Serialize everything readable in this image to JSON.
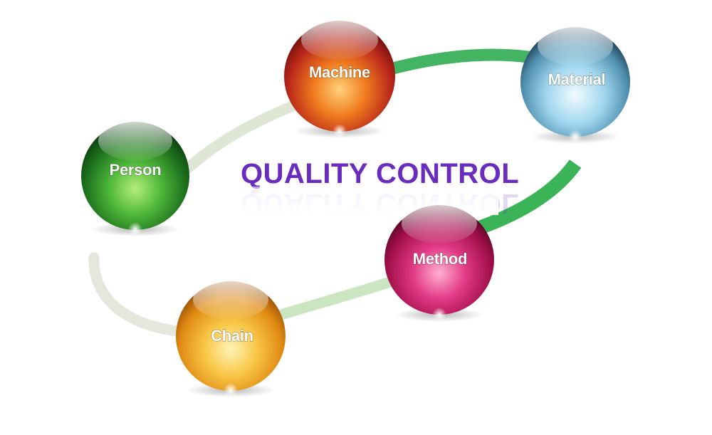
{
  "diagram": {
    "title": "QUALITY CONTROL",
    "title_color": "#6a2bbf",
    "nodes": [
      {
        "id": "person",
        "label": "Person",
        "color": "green"
      },
      {
        "id": "machine",
        "label": "Machine",
        "color": "orange-red"
      },
      {
        "id": "material",
        "label": "Material",
        "color": "light-blue"
      },
      {
        "id": "method",
        "label": "Method",
        "color": "magenta"
      },
      {
        "id": "chain",
        "label": "Chain",
        "color": "amber"
      }
    ],
    "colors": {
      "ring_green": "#3cb85a",
      "ring_gray": "#dfe5d8"
    }
  }
}
